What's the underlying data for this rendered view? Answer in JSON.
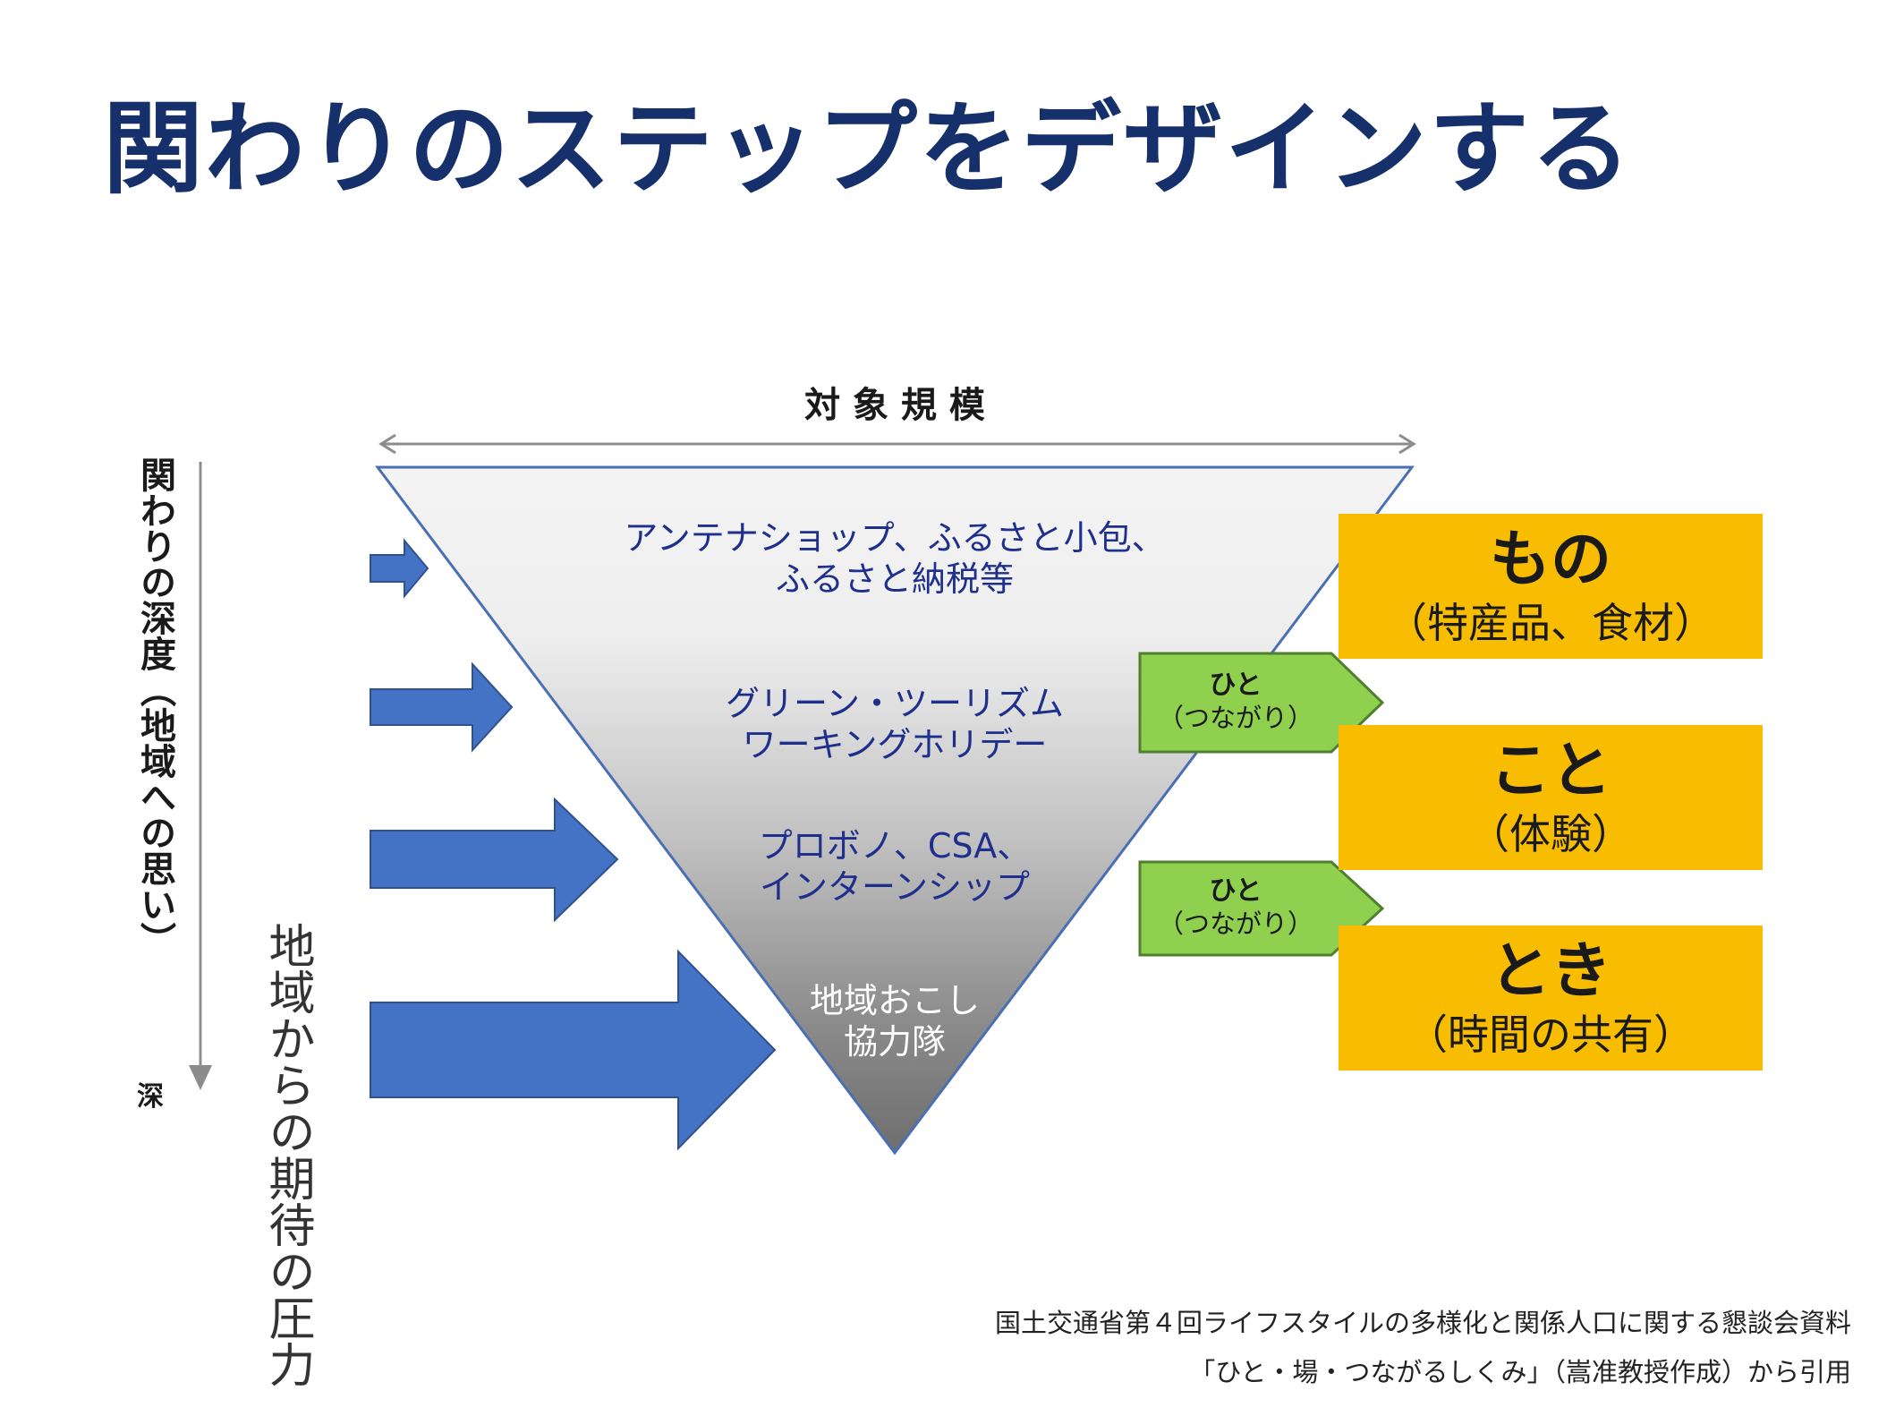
{
  "title": "関わりのステップをデザインする",
  "scale_label": "対 象 規 模",
  "depth_label": "関わりの深度（地域への思い）",
  "depth_end": "深",
  "pressure_label": "地域からの期待の圧力",
  "triangle_levels": [
    {
      "line1": "アンテナショップ、ふるさと小包、",
      "line2": "ふるさと納税等"
    },
    {
      "line1": "グリーン・ツーリズム",
      "line2": "ワーキングホリデー"
    },
    {
      "line1": "プロボノ、CSA、",
      "line2": "インターンシップ"
    },
    {
      "line1": "地域おこし",
      "line2": "協力隊"
    }
  ],
  "categories": [
    {
      "title": "もの",
      "subtitle": "（特産品、食材）"
    },
    {
      "title": "こと",
      "subtitle": "（体験）"
    },
    {
      "title": "とき",
      "subtitle": "（時間の共有）"
    }
  ],
  "connectors": [
    {
      "line1": "ひと",
      "line2": "（つながり）"
    },
    {
      "line1": "ひと",
      "line2": "（つながり）"
    }
  ],
  "source": {
    "line1": "国土交通省第４回ライフスタイルの多様化と関係人口に関する懇談会資料",
    "line2": "「ひと・場・つながるしくみ」（嵩准教授作成）から引用"
  },
  "colors": {
    "title": "#16306b",
    "arrow_blue": "#4472c4",
    "gold": "#f8bd00",
    "green": "#8fd14f",
    "triangle_text": "#1f2f8c"
  }
}
